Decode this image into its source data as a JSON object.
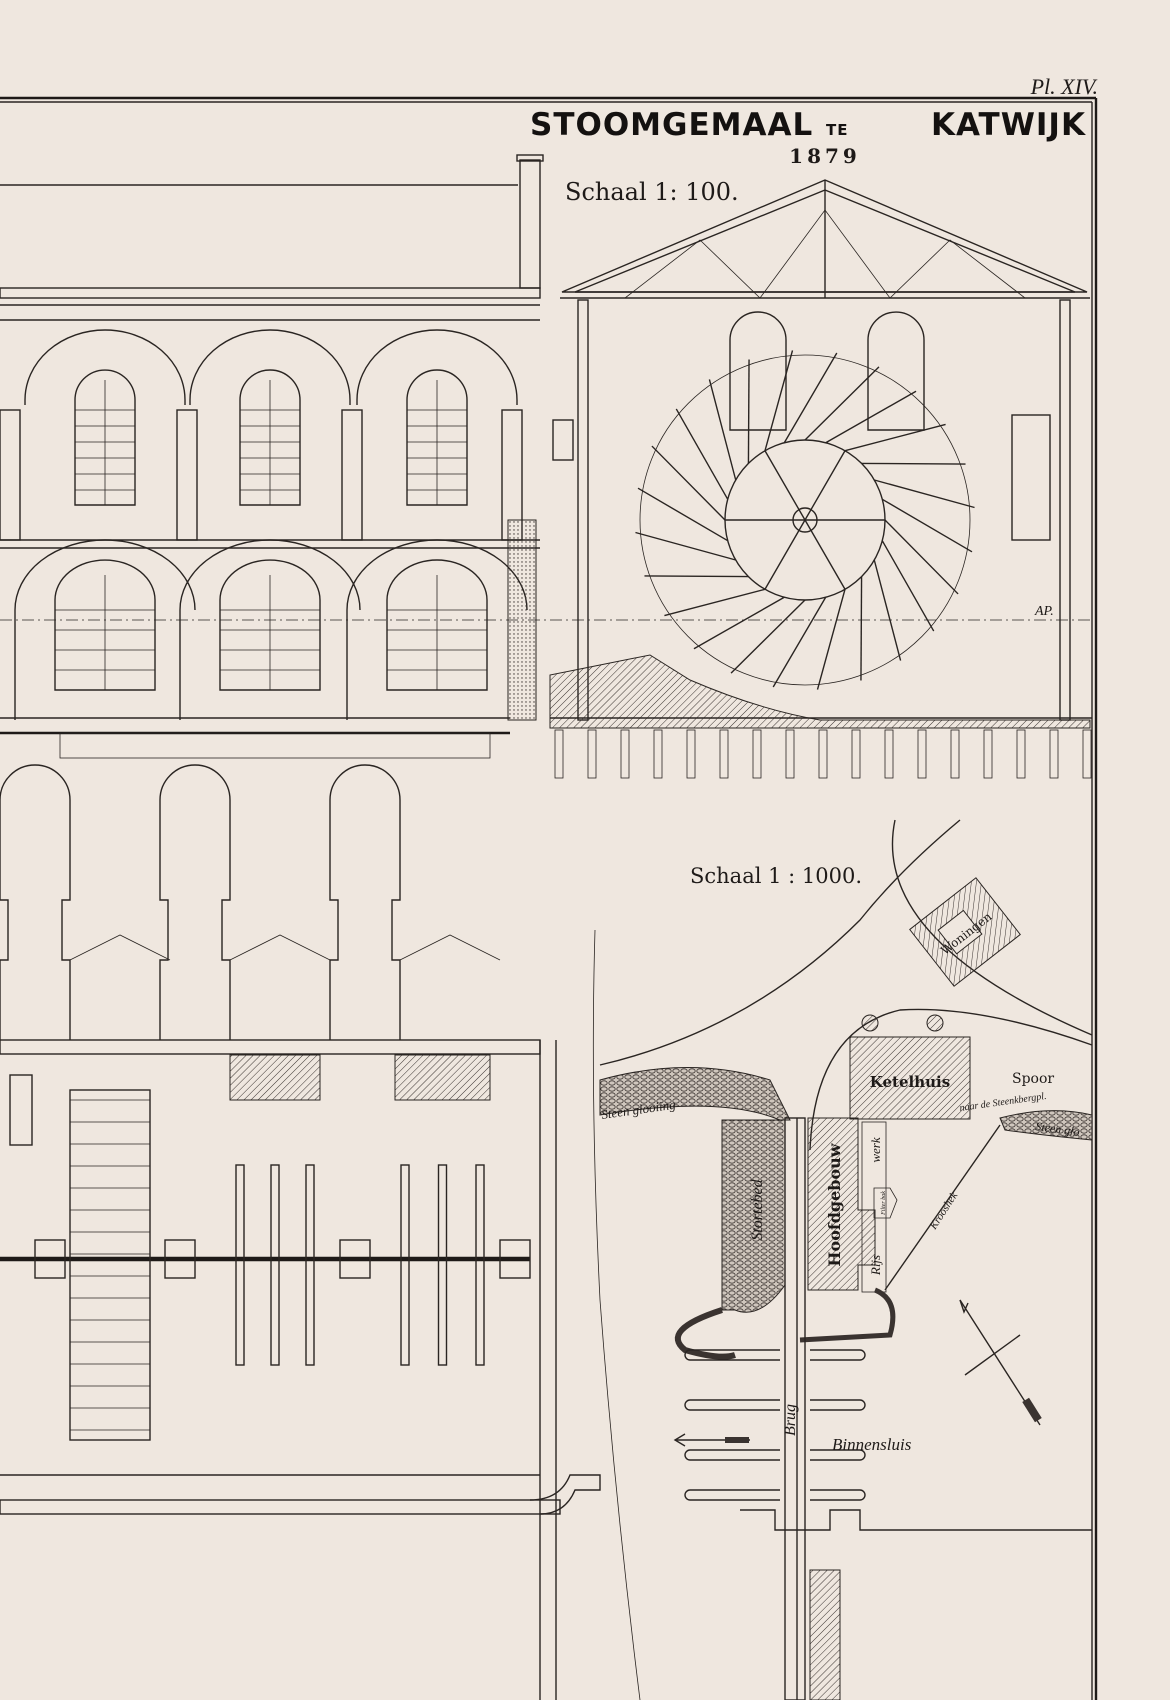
{
  "plate": {
    "plate_number": "Pl. XIV.",
    "title_main": "STOOMGEMAAL",
    "title_connector": "TE",
    "title_place": "KATWIJK",
    "year": "1879"
  },
  "section_view": {
    "scale_label": "Schaal 1: 100.",
    "water_level_label": "AP."
  },
  "site_plan": {
    "scale_label": "Schaal 1 : 1000.",
    "labels": {
      "woningen": "Woningen",
      "ketelhuis": "Ketelhuis",
      "hoofdgebouw": "Hoofdgebouw",
      "stortebed": "Stortebed",
      "rijswerk_top": "werk",
      "rijswerk_bottom": "Rijs",
      "filterbak": "Filter bak",
      "krooshek": "Krooshek",
      "steenglooiing_left": "Steen glooiing",
      "steenglooiing_right": "Steen glo",
      "spoor": "Spoor",
      "spoor_dest": "naar de Steenkbergpl.",
      "brug": "Brug",
      "binnensluis": "Binnensluis"
    }
  },
  "colors": {
    "paper": "#efe7df",
    "ink": "#2a2522"
  }
}
